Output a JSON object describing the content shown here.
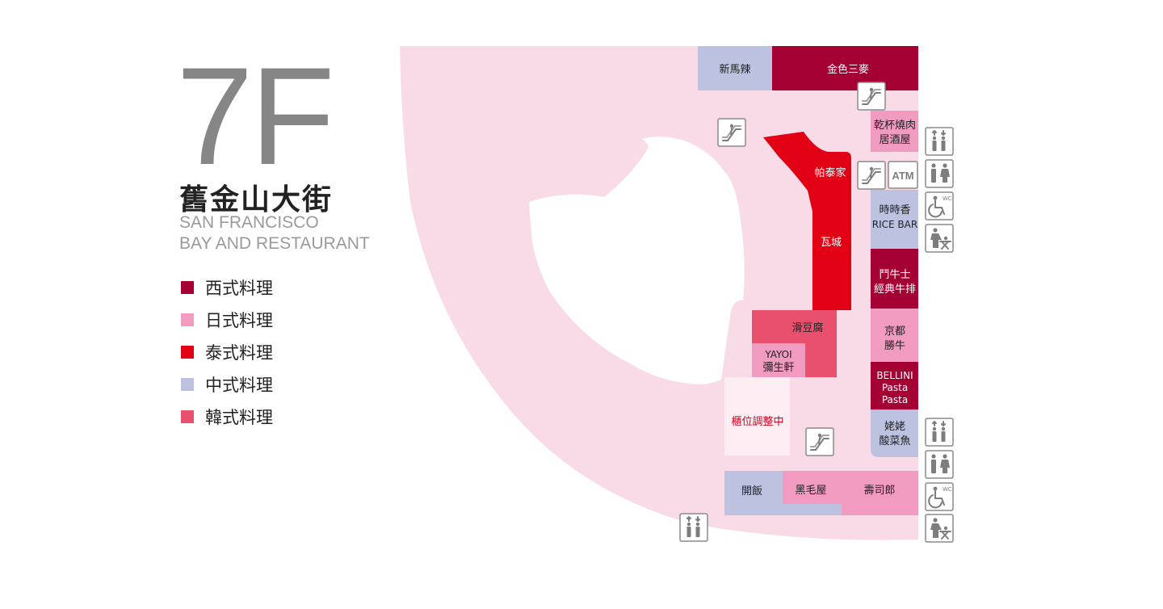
{
  "floor": {
    "label": "7F",
    "title_zh": "舊金山大街",
    "title_en_line1": "SAN FRANCISCO",
    "title_en_line2": "BAY AND RESTAURANT"
  },
  "legend": [
    {
      "label": "西式料理",
      "color": "#a50034"
    },
    {
      "label": "日式料理",
      "color": "#f09bbf"
    },
    {
      "label": "泰式料理",
      "color": "#e20014"
    },
    {
      "label": "中式料理",
      "color": "#bcc2e0"
    },
    {
      "label": "韓式料理",
      "color": "#e8506e"
    }
  ],
  "map": {
    "background_color": "#f9dbe7",
    "shops": {
      "xinmala": {
        "name": "新馬辣",
        "color": "#bcc2e0"
      },
      "jinse_sanmai": {
        "name": "金色三麥",
        "color": "#a50034"
      },
      "qianbei_l1": "乾杯燒肉",
      "qianbei_l2": "居酒屋",
      "qianbei_color": "#f09bbf",
      "patai": {
        "name": "帕泰家",
        "color": "#e20014"
      },
      "wacheng": {
        "name": "瓦城",
        "color": "#e20014"
      },
      "shishixiang_l1": "時時香",
      "shishixiang_l2": "RICE BAR",
      "shishixiang_color": "#bcc2e0",
      "douniushi_l1": "鬥牛士",
      "douniushi_l2": "經典牛排",
      "douniushi_color": "#a50034",
      "jingdu_l1": "京都",
      "jingdu_l2": "勝牛",
      "jingdu_color": "#f09bbf",
      "bellini_l1": "BELLINI",
      "bellini_l2": "Pasta",
      "bellini_l3": "Pasta",
      "bellini_color": "#a50034",
      "huadoufu": {
        "name": "滑豆腐",
        "color": "#e8506e"
      },
      "yayoi_l1": "YAYOI",
      "yayoi_l2": "彌生軒",
      "yayoi_color": "#f09bbf",
      "laolao_l1": "姥姥",
      "laolao_l2": "酸菜魚",
      "laolao_color": "#bcc2e0",
      "adjusting": {
        "name": "櫃位調整中",
        "color": "#fdeef4"
      },
      "kaifan": {
        "name": "開飯",
        "color": "#bcc2e0"
      },
      "heimaowu": {
        "name": "黑毛屋",
        "color": "#f09bbf"
      },
      "shousilang": {
        "name": "壽司郎",
        "color": "#f09bbf"
      }
    },
    "atm_label": "ATM",
    "wc_label": "WC",
    "icons": [
      "escalator-icon",
      "elevator-icon",
      "restroom-icon",
      "accessible-restroom-icon",
      "baby-changing-icon",
      "atm-icon"
    ]
  }
}
